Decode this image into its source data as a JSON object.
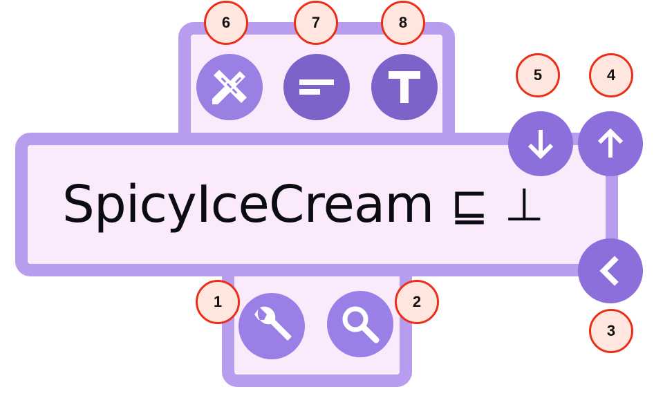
{
  "expression": {
    "text": "SpicyIceCream",
    "symbol_1": "⊑",
    "symbol_2": "⊥"
  },
  "badges": {
    "one": "1",
    "two": "2",
    "three": "3",
    "four": "4",
    "five": "5",
    "six": "6",
    "seven": "7",
    "eight": "8"
  },
  "icons": {
    "tools": "pencil-ruler-cross-icon",
    "align": "align-text-icon",
    "text": "text-format-icon",
    "wrench": "wrench-icon",
    "search": "search-icon",
    "down": "arrow-down-icon",
    "up": "arrow-up-icon",
    "back": "chevron-left-icon"
  },
  "colors": {
    "panel_border": "#b89cee",
    "panel_fill": "#fbeafc",
    "button_fill": "#7d63c9",
    "badge_border": "#ea2f18",
    "badge_fill": "#ffe7e0"
  }
}
